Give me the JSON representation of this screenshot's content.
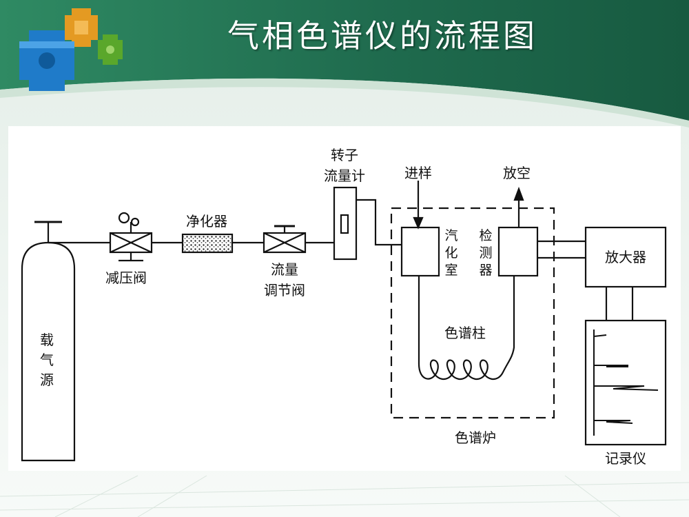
{
  "slide": {
    "title": "气相色谱仪的流程图"
  },
  "diagram": {
    "labels": {
      "carrier_gas": [
        "载",
        "气",
        "源"
      ],
      "pressure_valve": "减压阀",
      "purifier": "净化器",
      "flow_valve": [
        "流量",
        "调节阀"
      ],
      "rotameter": [
        "转子",
        "流量计"
      ],
      "injection": "进样",
      "vaporizer": [
        "汽",
        "化",
        "室"
      ],
      "detector": [
        "检",
        "测",
        "器"
      ],
      "vent": "放空",
      "column": "色谱柱",
      "oven": "色谱炉",
      "amplifier": "放大器",
      "recorder": "记录仪"
    }
  },
  "colors": {
    "header_green": "#1f6b4e",
    "header_light": "#cfe3d6",
    "panel": "#ffffff",
    "line": "#111111"
  }
}
